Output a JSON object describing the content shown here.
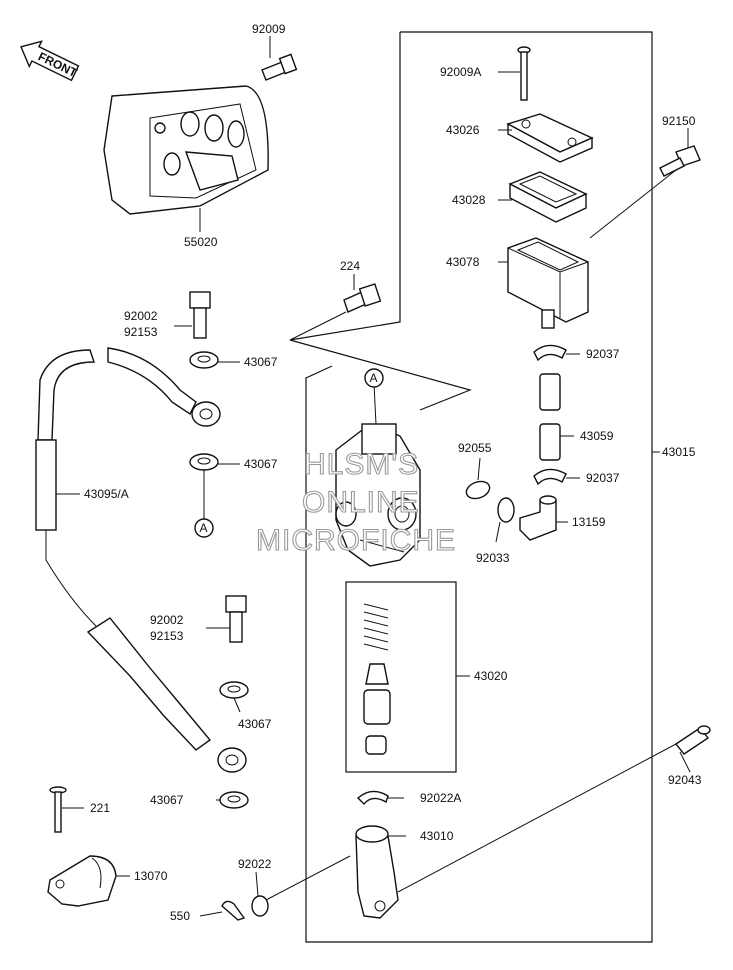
{
  "front_arrow": {
    "text": "FRONT"
  },
  "watermark": {
    "lines": [
      "HLSM'S",
      "ONLINE",
      "MICROFICHE"
    ]
  },
  "callouts": {
    "a1": "A",
    "a2": "A"
  },
  "parts": {
    "p92009": "92009",
    "p55020": "55020",
    "p92009A": "92009A",
    "p43026": "43026",
    "p43028": "43028",
    "p92150": "92150",
    "p224": "224",
    "p43078": "43078",
    "p92002_top": "92002",
    "p92153_top": "92153",
    "p43067_a": "43067",
    "p92037_a": "92037",
    "p43067_b": "43067",
    "p43059": "43059",
    "p92055": "92055",
    "p43015": "43015",
    "p92037_b": "92037",
    "p43095A": "43095/A",
    "p13159": "13159",
    "p92033": "92033",
    "p92002_bot": "92002",
    "p92153_bot": "92153",
    "p43020": "43020",
    "p43067_c": "43067",
    "p43067_d": "43067",
    "p92022A": "92022A",
    "p92043": "92043",
    "p221": "221",
    "p43010": "43010",
    "p92022": "92022",
    "p13070": "13070",
    "p550": "550"
  }
}
